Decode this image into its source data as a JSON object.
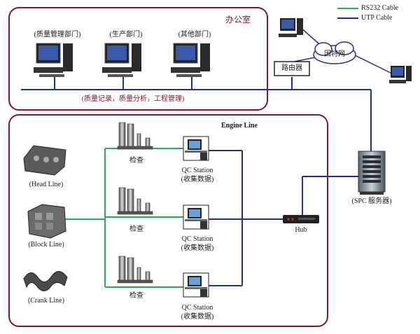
{
  "legend": {
    "rs232": {
      "label": "RS232  Cable",
      "color": "#2fa84f"
    },
    "utp": {
      "label": "UTP  Cable",
      "color": "#27307a"
    }
  },
  "office": {
    "title": "办公室",
    "departments": [
      "(质量管理部门)",
      "(生产部门)",
      "(其他部门)"
    ],
    "functions": "(质量记录，质量分析，工程管理)",
    "border_color": "#7a1a2a"
  },
  "network": {
    "router": "路由器",
    "internet": "因特网"
  },
  "engine": {
    "title": "Engine Line",
    "lines": [
      "(Head Line)",
      "(Block Line)",
      "(Crank Line)"
    ],
    "inspection": "检查",
    "station": {
      "name": "QC Station",
      "sub": "(收集数据)"
    },
    "hub": "Hub",
    "server": "(SPC  服务器)"
  }
}
